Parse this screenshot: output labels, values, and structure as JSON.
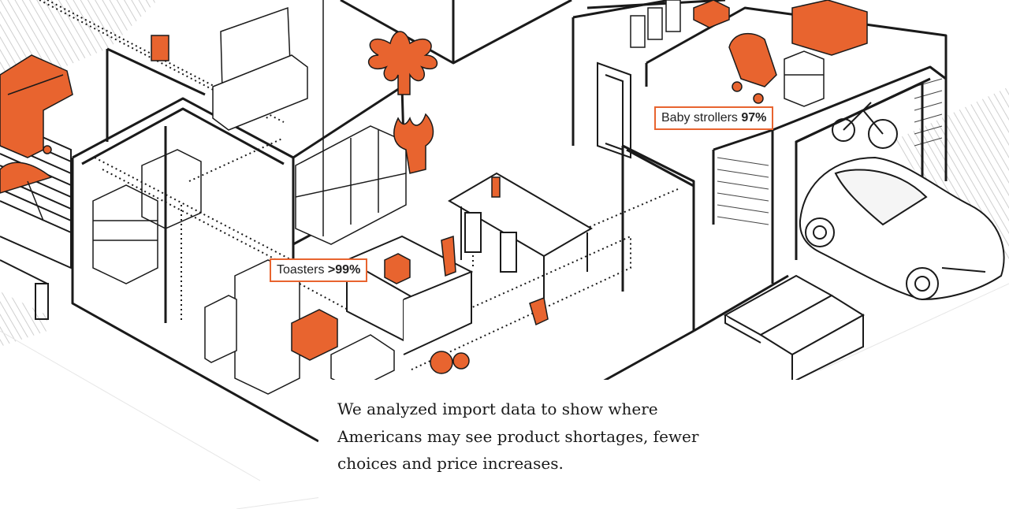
{
  "scene": {
    "name": "house-cutaway-illustration",
    "accent_color": "#e8642f",
    "line_color": "#1a1a1a",
    "highlighted_items": [
      "grill",
      "microwave",
      "toaster",
      "coffee-maker",
      "umbrella",
      "plant",
      "baby-stroller",
      "tree-box",
      "stand-mixer"
    ]
  },
  "labels": [
    {
      "id": "baby-strollers",
      "name": "Baby strollers",
      "value": "97%"
    },
    {
      "id": "toasters",
      "name": "Toasters",
      "value": ">99%"
    }
  ],
  "caption": {
    "text": "We analyzed import data to show where Americans may see product shortages, fewer choices and price increases."
  }
}
